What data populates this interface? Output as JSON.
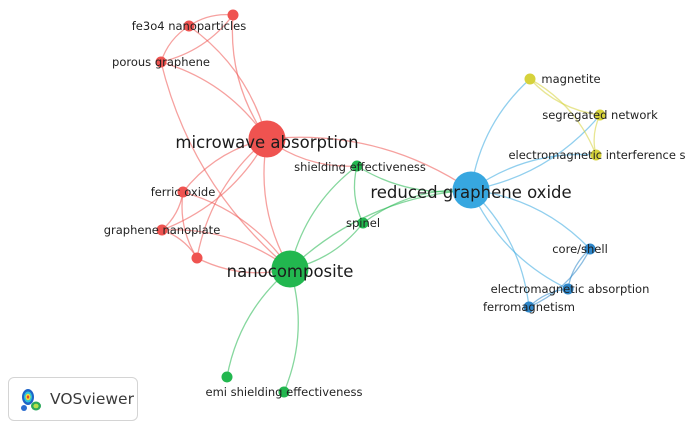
{
  "network": {
    "colors": {
      "red": "#ef5350",
      "green": "#22b74f",
      "blue": "#37a7e0",
      "yellow": "#d6d23b",
      "darkblue": "#2e86c9"
    },
    "nodes": [
      {
        "id": "fe3o4",
        "label": "fe3o4 nanoparticles",
        "cluster": "red",
        "size": "small"
      },
      {
        "id": "redsmall",
        "label": "",
        "cluster": "red",
        "size": "small"
      },
      {
        "id": "porous",
        "label": "porous graphene",
        "cluster": "red",
        "size": "small"
      },
      {
        "id": "microwave",
        "label": "microwave absorption",
        "cluster": "red",
        "size": "large"
      },
      {
        "id": "ferric",
        "label": "ferric oxide",
        "cluster": "red",
        "size": "small"
      },
      {
        "id": "gnp",
        "label": "graphene nanoplate",
        "cluster": "red",
        "size": "small"
      },
      {
        "id": "redlow",
        "label": "",
        "cluster": "red",
        "size": "small"
      },
      {
        "id": "nano",
        "label": "nanocomposite",
        "cluster": "green",
        "size": "large"
      },
      {
        "id": "shield",
        "label": "shielding effectiveness",
        "cluster": "green",
        "size": "small"
      },
      {
        "id": "spinel",
        "label": "spinel",
        "cluster": "green",
        "size": "small"
      },
      {
        "id": "emise",
        "label": "emi shielding effectiveness",
        "cluster": "green",
        "size": "small"
      },
      {
        "id": "greenlow",
        "label": "",
        "cluster": "green",
        "size": "small"
      },
      {
        "id": "rgo",
        "label": "reduced graphene oxide",
        "cluster": "blue",
        "size": "large"
      },
      {
        "id": "coreshell",
        "label": "core/shell",
        "cluster": "darkblue",
        "size": "small"
      },
      {
        "id": "ema",
        "label": "electromagnetic absorption",
        "cluster": "darkblue",
        "size": "small"
      },
      {
        "id": "ferro",
        "label": "ferromagnetism",
        "cluster": "darkblue",
        "size": "small"
      },
      {
        "id": "magnetite",
        "label": "magnetite",
        "cluster": "yellow",
        "size": "small"
      },
      {
        "id": "segnet",
        "label": "segregated network",
        "cluster": "yellow",
        "size": "small"
      },
      {
        "id": "emis",
        "label": "electromagnetic interference s",
        "cluster": "yellow",
        "size": "small"
      }
    ],
    "edges": [
      [
        "microwave",
        "fe3o4"
      ],
      [
        "microwave",
        "redsmall"
      ],
      [
        "microwave",
        "porous"
      ],
      [
        "porous",
        "fe3o4"
      ],
      [
        "porous",
        "redsmall"
      ],
      [
        "fe3o4",
        "redsmall"
      ],
      [
        "microwave",
        "ferric"
      ],
      [
        "microwave",
        "gnp"
      ],
      [
        "microwave",
        "redlow"
      ],
      [
        "ferric",
        "gnp"
      ],
      [
        "ferric",
        "redlow"
      ],
      [
        "gnp",
        "redlow"
      ],
      [
        "microwave",
        "nano"
      ],
      [
        "microwave",
        "rgo"
      ],
      [
        "microwave",
        "shield"
      ],
      [
        "ferric",
        "nano"
      ],
      [
        "redlow",
        "nano"
      ],
      [
        "gnp",
        "nano"
      ],
      [
        "porous",
        "nano"
      ],
      [
        "nano",
        "shield"
      ],
      [
        "nano",
        "spinel"
      ],
      [
        "nano",
        "emise"
      ],
      [
        "nano",
        "greenlow"
      ],
      [
        "nano",
        "rgo"
      ],
      [
        "shield",
        "rgo"
      ],
      [
        "spinel",
        "rgo"
      ],
      [
        "shield",
        "spinel"
      ],
      [
        "rgo",
        "coreshell"
      ],
      [
        "rgo",
        "ema"
      ],
      [
        "rgo",
        "ferro"
      ],
      [
        "coreshell",
        "ema"
      ],
      [
        "coreshell",
        "ferro"
      ],
      [
        "ema",
        "ferro"
      ],
      [
        "rgo",
        "magnetite"
      ],
      [
        "rgo",
        "segnet"
      ],
      [
        "rgo",
        "emis"
      ],
      [
        "magnetite",
        "segnet"
      ],
      [
        "magnetite",
        "emis"
      ],
      [
        "segnet",
        "emis"
      ]
    ]
  },
  "badge": {
    "text": "VOSviewer",
    "logo_icon": "vosviewer-logo-icon"
  }
}
